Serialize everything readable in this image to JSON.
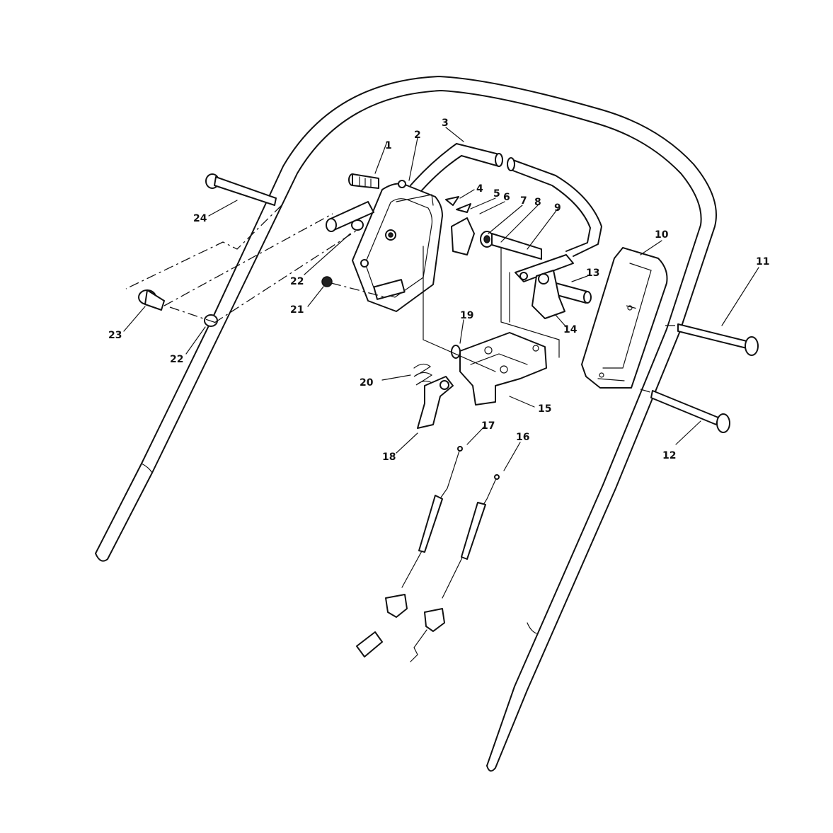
{
  "callouts": [
    {
      "id": "p1",
      "label": "1"
    },
    {
      "id": "p2",
      "label": "2"
    },
    {
      "id": "p3",
      "label": "3"
    },
    {
      "id": "p4",
      "label": "4"
    },
    {
      "id": "p5",
      "label": "5"
    },
    {
      "id": "p6",
      "label": "6"
    },
    {
      "id": "p7",
      "label": "7"
    },
    {
      "id": "p8",
      "label": "8"
    },
    {
      "id": "p9",
      "label": "9"
    },
    {
      "id": "p10",
      "label": "10"
    },
    {
      "id": "p11",
      "label": "11"
    },
    {
      "id": "p12",
      "label": "12"
    },
    {
      "id": "p13",
      "label": "13"
    },
    {
      "id": "p14",
      "label": "14"
    },
    {
      "id": "p15",
      "label": "15"
    },
    {
      "id": "p16",
      "label": "16"
    },
    {
      "id": "p17",
      "label": "17"
    },
    {
      "id": "p18",
      "label": "18"
    },
    {
      "id": "p19",
      "label": "19"
    },
    {
      "id": "p20",
      "label": "20"
    },
    {
      "id": "p21",
      "label": "21"
    },
    {
      "id": "p22a",
      "label": "22"
    },
    {
      "id": "p22b",
      "label": "22"
    },
    {
      "id": "p23",
      "label": "23"
    },
    {
      "id": "p24",
      "label": "24"
    }
  ]
}
